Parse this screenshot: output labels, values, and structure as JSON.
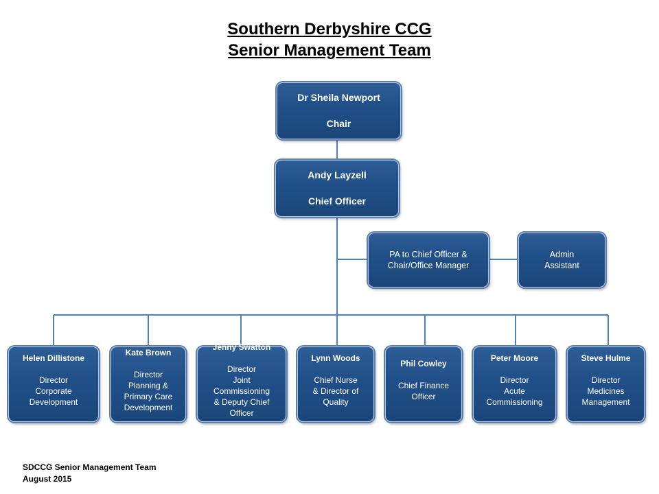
{
  "title": {
    "line1": "Southern Derbyshire CCG",
    "line2": "Senior Management Team"
  },
  "chair": {
    "name": "Dr Sheila Newport",
    "role": "Chair"
  },
  "chief_officer": {
    "name": "Andy Layzell",
    "role": "Chief Officer"
  },
  "support": [
    {
      "role": "PA to Chief Officer &\nChair/Office Manager"
    },
    {
      "role": "Admin\nAssistant"
    }
  ],
  "directors": [
    {
      "name": "Helen Dillistone",
      "role": "Director\nCorporate\nDevelopment"
    },
    {
      "name": "Kate Brown",
      "role": "Director\nPlanning &\nPrimary Care\nDevelopment"
    },
    {
      "name": "Jenny Swatton",
      "role": "Director\nJoint\nCommissioning\n& Deputy Chief\nOfficer"
    },
    {
      "name": "Lynn Woods",
      "role": "Chief Nurse\n& Director of\nQuality"
    },
    {
      "name": "Phil Cowley",
      "role": "Chief Finance\nOfficer"
    },
    {
      "name": "Peter Moore",
      "role": "Director\nAcute\nCommissioning"
    },
    {
      "name": "Steve Hulme",
      "role": "Director\nMedicines\nManagement"
    }
  ],
  "footer": {
    "line1": "SDCCG  Senior Management Team",
    "line2": "August  2015"
  },
  "colors": {
    "box_fill": "#21508a",
    "box_border": "#5b7fb0",
    "connector": "#4f7fc0"
  }
}
